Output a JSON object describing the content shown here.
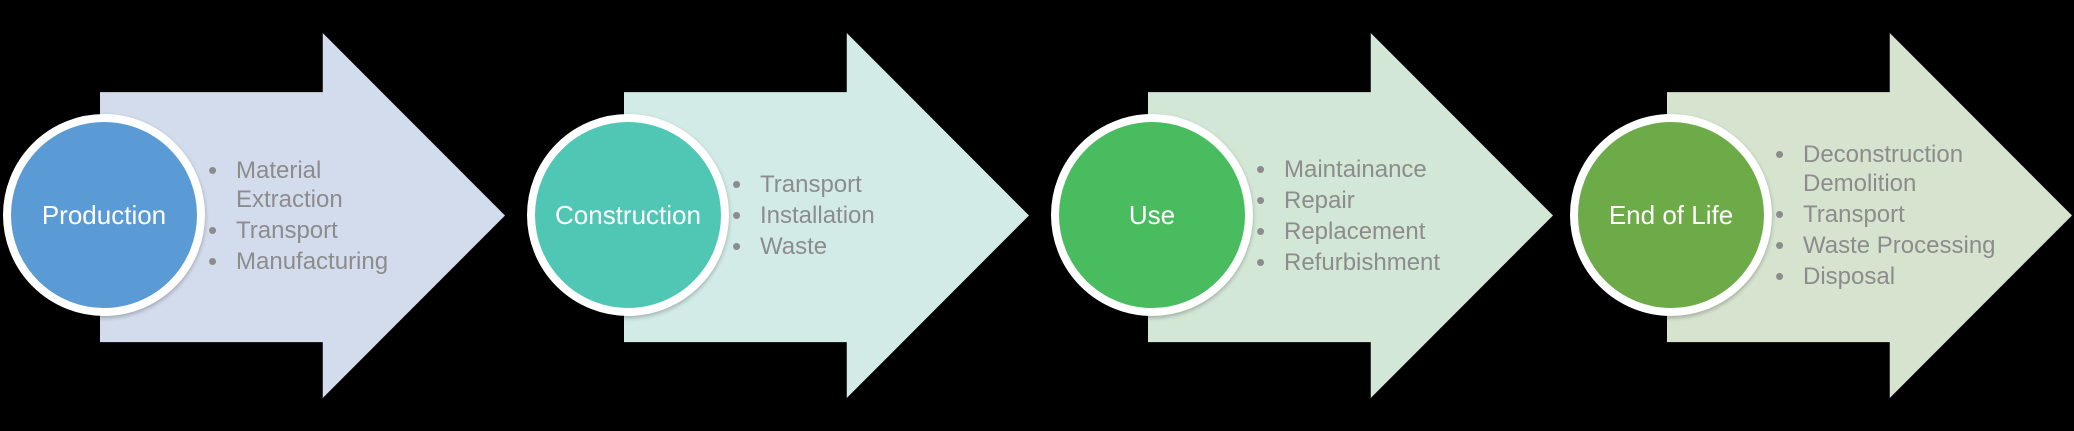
{
  "background": "#000000",
  "text_colors": {
    "circle_label": "#ffffff",
    "bullet_text": "#8c8c8c"
  },
  "stages": [
    {
      "label": "Production",
      "circle_color": "#5b9bd5",
      "arrow_color": "#d3dcec",
      "items": [
        "Material\nExtraction",
        "Transport",
        "Manufacturing"
      ]
    },
    {
      "label": "Construction",
      "circle_color": "#4fc7b4",
      "arrow_color": "#d2ebe7",
      "items": [
        "Transport",
        "Installation",
        "Waste"
      ]
    },
    {
      "label": "Use",
      "circle_color": "#4abc60",
      "arrow_color": "#d3e7d7",
      "items": [
        "Maintainance",
        "Repair",
        "Replacement",
        "Refurbishment"
      ]
    },
    {
      "label": "End of Life",
      "circle_color": "#6dab48",
      "arrow_color": "#d6e3cf",
      "items": [
        "Deconstruction\nDemolition",
        "Transport",
        "Waste Processing",
        "Disposal"
      ]
    }
  ]
}
